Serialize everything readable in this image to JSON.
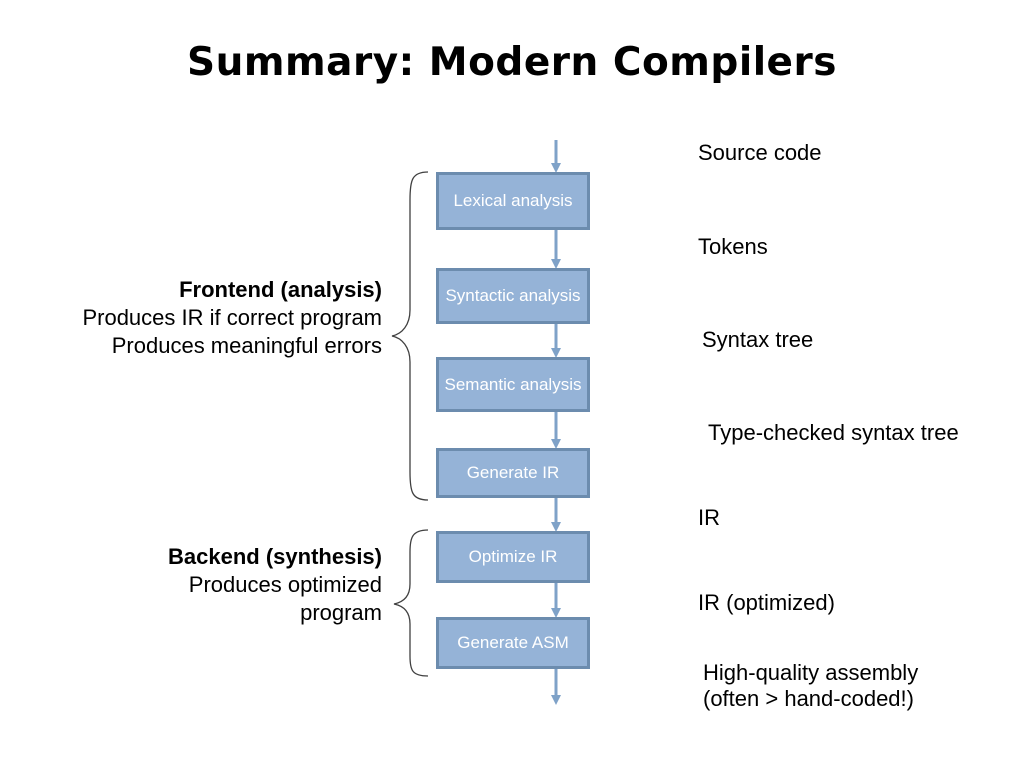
{
  "title": "Summary: Modern Compilers",
  "stages": [
    {
      "label": "Lexical analysis"
    },
    {
      "label": "Syntactic analysis"
    },
    {
      "label": "Semantic analysis"
    },
    {
      "label": "Generate IR"
    },
    {
      "label": "Optimize IR"
    },
    {
      "label": "Generate ASM"
    }
  ],
  "artifacts": [
    {
      "label": "Source code"
    },
    {
      "label": "Tokens"
    },
    {
      "label": "Syntax tree"
    },
    {
      "label": "Type-checked syntax tree"
    },
    {
      "label": "IR"
    },
    {
      "label": "IR (optimized)"
    },
    {
      "label": "High-quality assembly"
    },
    {
      "label": "(often > hand-coded!)"
    }
  ],
  "groups": {
    "frontend": {
      "heading": "Frontend (analysis)",
      "lines": [
        "Produces IR if correct program",
        "Produces meaningful errors"
      ]
    },
    "backend": {
      "heading": "Backend (synthesis)",
      "lines": [
        "Produces optimized",
        "program"
      ]
    }
  },
  "colors": {
    "stage_fill": "#95b3d7",
    "stage_border": "#6c8cae",
    "arrow": "#7fa2c8",
    "brace": "#404040"
  }
}
